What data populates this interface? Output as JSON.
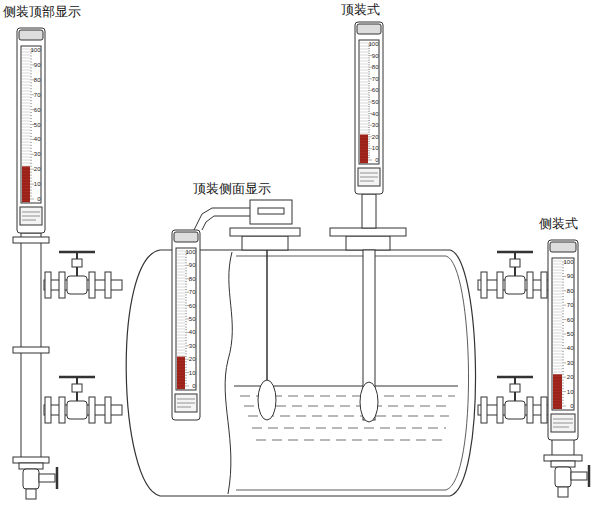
{
  "diagram": {
    "labels": [
      "侧装顶部显示",
      "顶装式",
      "顶装侧面显示",
      "侧装式",
      "100",
      "90",
      "80",
      "70",
      "60",
      "50",
      "40",
      "30",
      "20",
      "10",
      "0",
      "100",
      "90",
      "80",
      "70",
      "60",
      "50",
      "40",
      "30",
      "20",
      "10",
      "0",
      "100",
      "90",
      "80",
      "70",
      "60",
      "50",
      "40",
      "30",
      "20",
      "10",
      "0",
      "100",
      "90",
      "80",
      "70",
      "60",
      "50",
      "40",
      "30",
      "20",
      "10",
      "0"
    ]
  }
}
